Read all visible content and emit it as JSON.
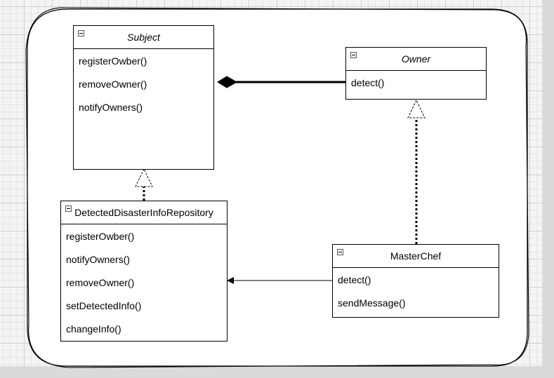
{
  "diagram": {
    "classes": {
      "subject": {
        "name": "Subject",
        "italic": true,
        "operations": [
          "registerOwber()",
          "removeOwner()",
          "notifyOwners()"
        ]
      },
      "owner": {
        "name": "Owner",
        "italic": true,
        "operations": [
          "detect()"
        ]
      },
      "repository": {
        "name": "DetectedDisasterInfoRepository",
        "italic": false,
        "operations": [
          "registerOwber()",
          "notifyOwners()",
          "removeOwner()",
          "setDetectedInfo()",
          "changeInfo()"
        ]
      },
      "masterchef": {
        "name": "MasterChef",
        "italic": false,
        "operations": [
          "detect()",
          "sendMessage()"
        ]
      }
    },
    "relations": [
      {
        "type": "composition",
        "whole": "Subject",
        "part": "Owner"
      },
      {
        "type": "realization",
        "from": "DetectedDisasterInfoRepository",
        "to": "Subject"
      },
      {
        "type": "realization",
        "from": "MasterChef",
        "to": "Owner"
      },
      {
        "type": "association",
        "from": "MasterChef",
        "to": "DetectedDisasterInfoRepository"
      }
    ]
  }
}
